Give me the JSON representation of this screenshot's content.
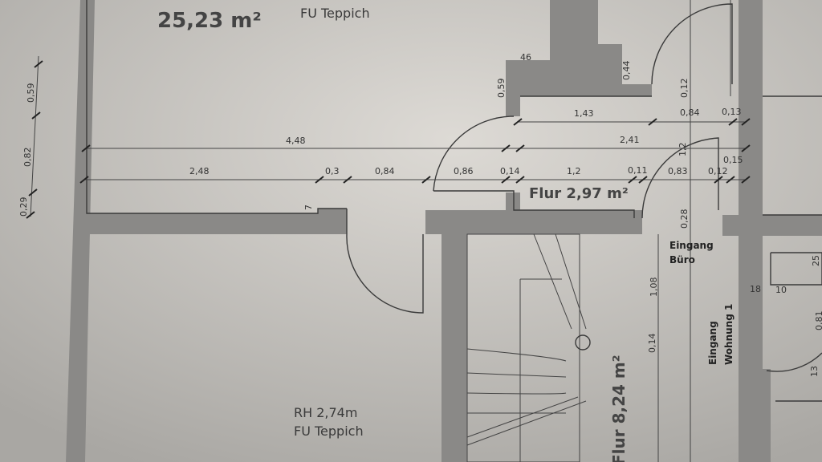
{
  "rooms": {
    "main_room": {
      "area": "25,23 m²",
      "floor": "FU  Teppich"
    },
    "lower_room": {
      "height": "RH  2,74m",
      "floor": "FU  Teppich"
    },
    "hall_small": {
      "area": "Flur 2,97 m²"
    },
    "hall_large": {
      "area": "Flur 8,24 m²"
    }
  },
  "entrances": {
    "office": [
      "Eingang",
      "Büro"
    ],
    "apartment": [
      "Eingang",
      "Wohnung 1"
    ]
  },
  "dimensions": {
    "left_vertical": [
      "0,59",
      "0,82",
      "0,29"
    ],
    "row_top": [
      "4,48",
      "2,41"
    ],
    "row_bottom": [
      "2,48",
      "0,3",
      "0,84",
      "0,86",
      "0,14",
      "1,2",
      "0,11",
      "0,83",
      "0,12",
      "0,15"
    ],
    "row_upper": [
      "1,43",
      "0,84",
      "0,13"
    ],
    "misc": [
      "0,59",
      "46",
      "0,44",
      "0,12",
      "1,2",
      "0,28",
      "1,08",
      "0,14",
      "7",
      "18",
      "10",
      "25",
      "13",
      "0,81"
    ]
  },
  "colors": {
    "paper": "#cfccc7",
    "wall": "#8a8987",
    "ink": "#333333"
  }
}
